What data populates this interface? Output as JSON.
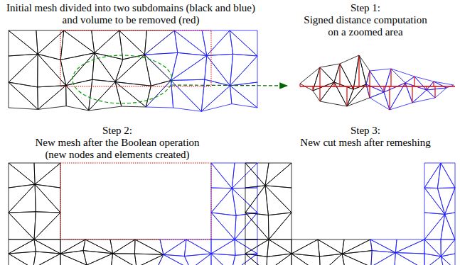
{
  "diagram": {
    "labels": [
      "Initial mesh divided into two subdomains (black and blue) and volume to be removed (red)",
      "Step 1:",
      "Signed distance computation on a zoomed area",
      "Step 2:",
      "New mesh after the Boolean operation (new nodes and elements created)",
      "Step 3:",
      "New cut mesh after remeshing"
    ]
  }
}
